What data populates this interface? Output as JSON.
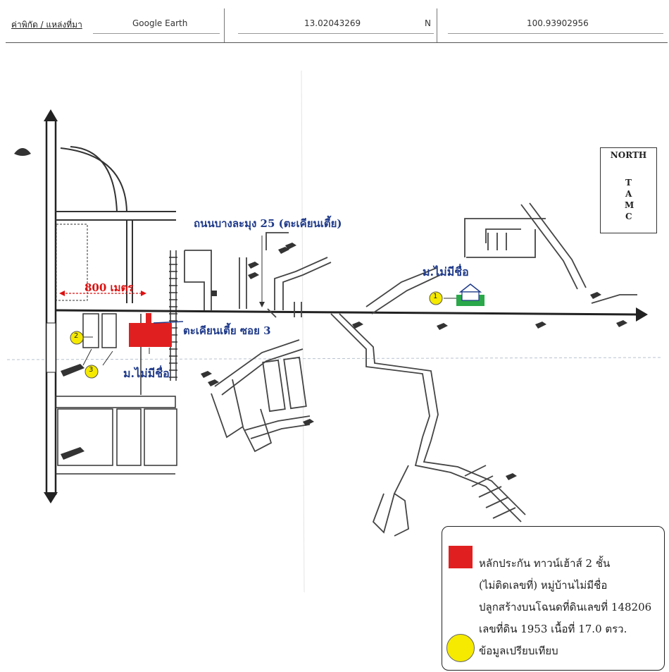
{
  "header": {
    "label": "ค่าพิกัด / แหล่งที่มา",
    "source": "Google Earth",
    "latitude": "13.02043269",
    "lat_hemisphere": "N",
    "longitude": "100.93902956"
  },
  "map": {
    "road_title": "ถนนบางละมุง 25 (ตะเคียนเตี้ย)",
    "distance_label": "800 เมตร",
    "soi_label": "ตะเคียนเตี้ย ซอย 3",
    "village_label_top": "ม.ไม่มีชื่อ",
    "village_label_bottom": "ม.ไม่มีชื่อ",
    "marker_1": "1",
    "marker_2": "2",
    "marker_3": "3",
    "north_word": "NORTH",
    "north_letters": [
      "T",
      "A",
      "M",
      "C"
    ]
  },
  "legend": {
    "line1": "หลักประกัน ทาวน์เฮ้าส์ 2 ชั้น",
    "line2": "(ไม่ติดเลขที่) หมู่บ้านไม่มีชื่อ",
    "line3": "ปลูกสร้างบนโฉนดที่ดินเลขที่ 148206",
    "line4": "เลขที่ดิน 1953 เนื้อที่ 17.0 ตรว.",
    "line5": "ข้อมูลเปรียบเทียบ",
    "collateral_color": "#e02020",
    "comparable_color": "#f5ea00"
  }
}
